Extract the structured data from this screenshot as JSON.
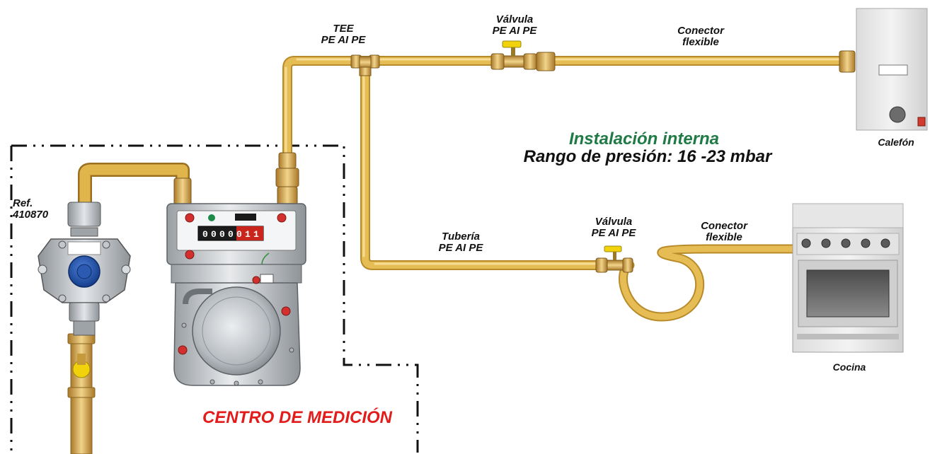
{
  "labels": {
    "tee_title": "TEE",
    "tee_spec": "PE AI  PE",
    "valve_top_title": "Válvula",
    "valve_top_spec": "PE AI  PE",
    "connector_top_1": "Conector",
    "connector_top_2": "flexible",
    "heater": "Calefón",
    "internal_title": "Instalación interna",
    "pressure_range": "Rango de presión: 16 -23 mbar",
    "ref_1": "Ref.",
    "ref_2": "410870",
    "pipe_title": "Tubería",
    "pipe_spec": "PE AI  PE",
    "valve_bottom_title": "Válvula",
    "valve_bottom_spec": "PE AI  PE",
    "connector_bottom_1": "Conector",
    "connector_bottom_2": "flexible",
    "stove": "Cocina",
    "metering_center": "CENTRO DE MEDICIÓN"
  },
  "meter": {
    "reading_digits": [
      "0",
      "0",
      "0",
      "0",
      "0",
      "1",
      "1"
    ]
  },
  "colors": {
    "pipe": "#e0b54c",
    "pipe_edge": "#b88a2a",
    "accent_green": "#1f7a45",
    "accent_red": "#e21b1b",
    "valve_handle": "#f2d20a"
  }
}
